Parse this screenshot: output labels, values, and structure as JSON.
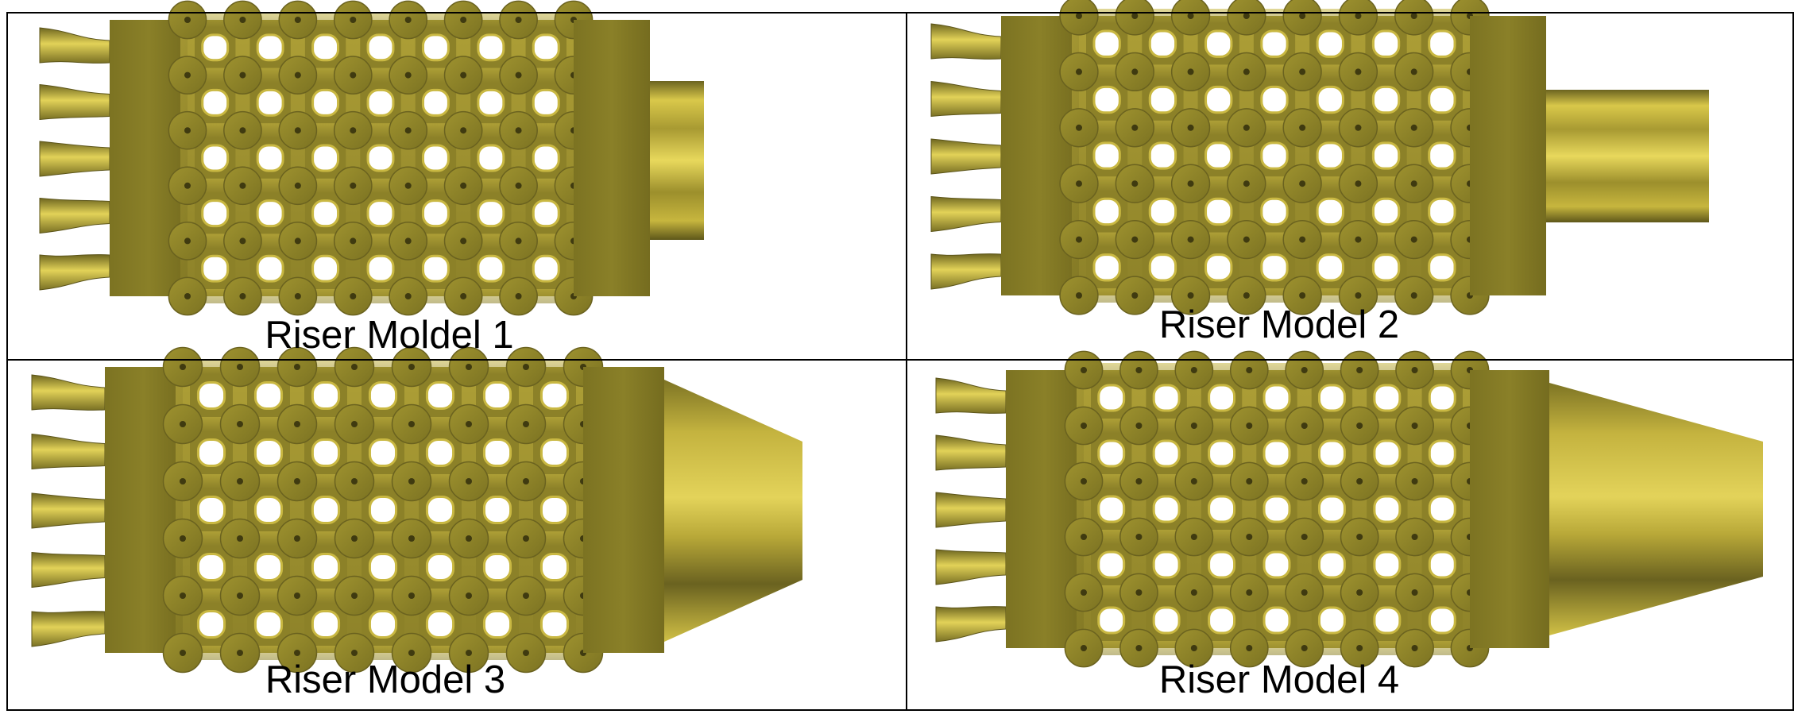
{
  "colors": {
    "gold_dark": "#6e6620",
    "gold_mid": "#8a7f26",
    "gold_light": "#d7c544",
    "gold_bright": "#f0df6e",
    "border": "#000000",
    "background": "#ffffff"
  },
  "panels": [
    {
      "caption": "Riser Moldel 1",
      "outlet_shape": "cylinder-short"
    },
    {
      "caption": "Riser Model 2",
      "outlet_shape": "cylinder-long"
    },
    {
      "caption": "Riser Model 3",
      "outlet_shape": "cone-short"
    },
    {
      "caption": "Riser Model 4",
      "outlet_shape": "cone-long"
    }
  ]
}
